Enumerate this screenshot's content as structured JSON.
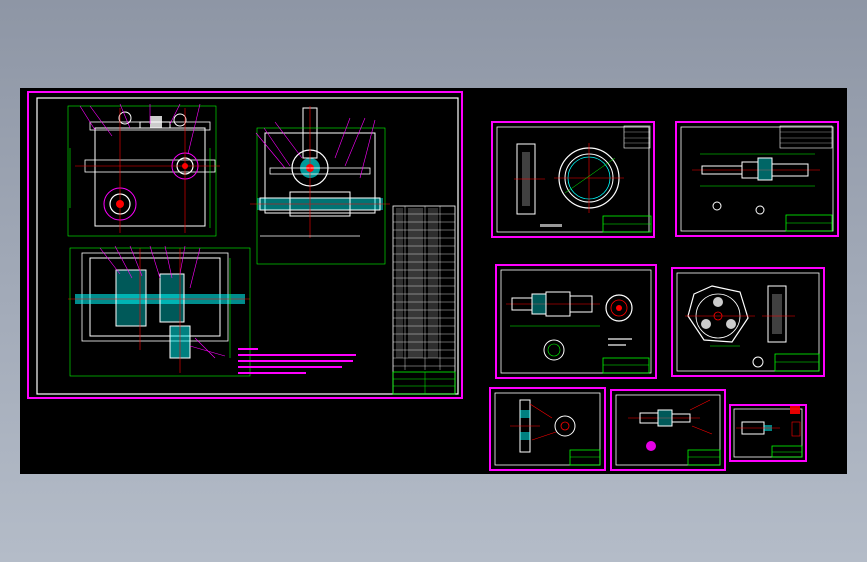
{
  "colors": {
    "background_gradient_top": "#8e96a5",
    "background_gradient_bottom": "#b4bcc8",
    "canvas": "#000000",
    "sheet_border": "#ff00ff",
    "main_frame": "#ffffff",
    "geometry": "#ffffff",
    "dimension": "#00ff00",
    "leader": "#ff0000",
    "hatch_part": "#00ffff",
    "gear_center": "#ff0000",
    "highlight": "#ff00ff",
    "note_text": "#ff00ff"
  },
  "drawing": {
    "sheets": [
      {
        "id": "main-assembly"
      },
      {
        "id": "detail-ring-gear"
      },
      {
        "id": "detail-shaft"
      },
      {
        "id": "detail-pinion-shaft"
      },
      {
        "id": "detail-planet-carrier"
      },
      {
        "id": "detail-cover"
      },
      {
        "id": "detail-small-shaft"
      },
      {
        "id": "detail-small-part"
      }
    ],
    "icons": {
      "gear": "gear-icon",
      "shaft": "shaft-icon"
    }
  }
}
